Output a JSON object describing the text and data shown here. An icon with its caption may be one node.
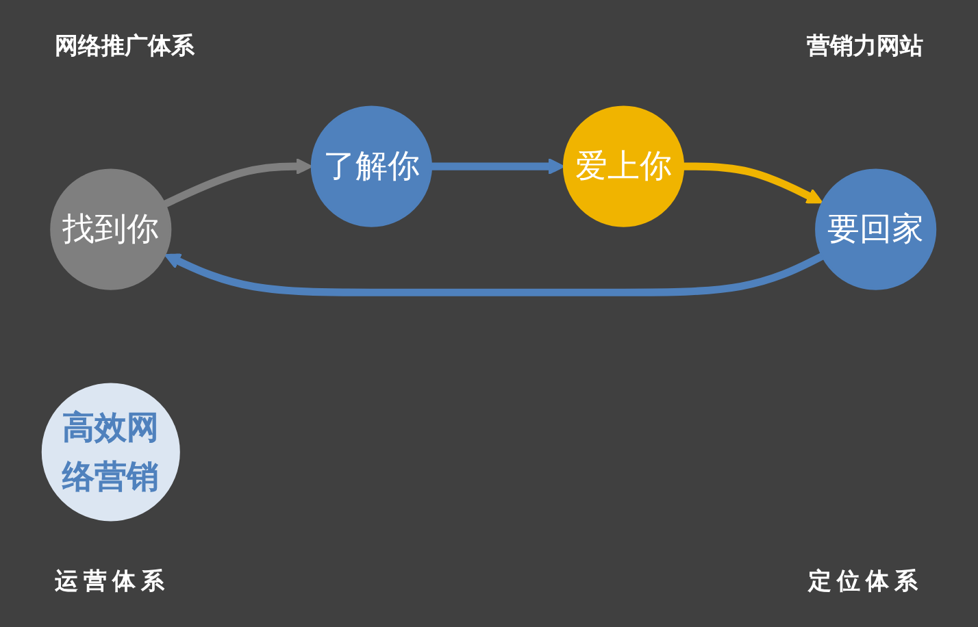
{
  "diagram": {
    "nodes": [
      {
        "text": [
          "找到你"
        ]
      },
      {
        "text": [
          "了解你"
        ]
      },
      {
        "text": [
          "高效网络营销"
        ]
      },
      {
        "text": [
          "要回家"
        ]
      },
      {
        "text": [
          "爱上你"
        ]
      }
    ],
    "edges": [
      {
        "from": 0,
        "to": 1,
        "arrow": "to",
        "color": "#7f7f7f"
      },
      {
        "from": 1,
        "to": 4,
        "arrow": "to"
      },
      {
        "from": 4,
        "to": 3,
        "arrow": "to",
        "color": "#f0b400"
      },
      {
        "from": 3,
        "to": 0,
        "arrow": "to"
      }
    ],
    "labels": [
      "网络推广体系",
      "营销力网站",
      "运营体系",
      "定位体系"
    ]
  }
}
